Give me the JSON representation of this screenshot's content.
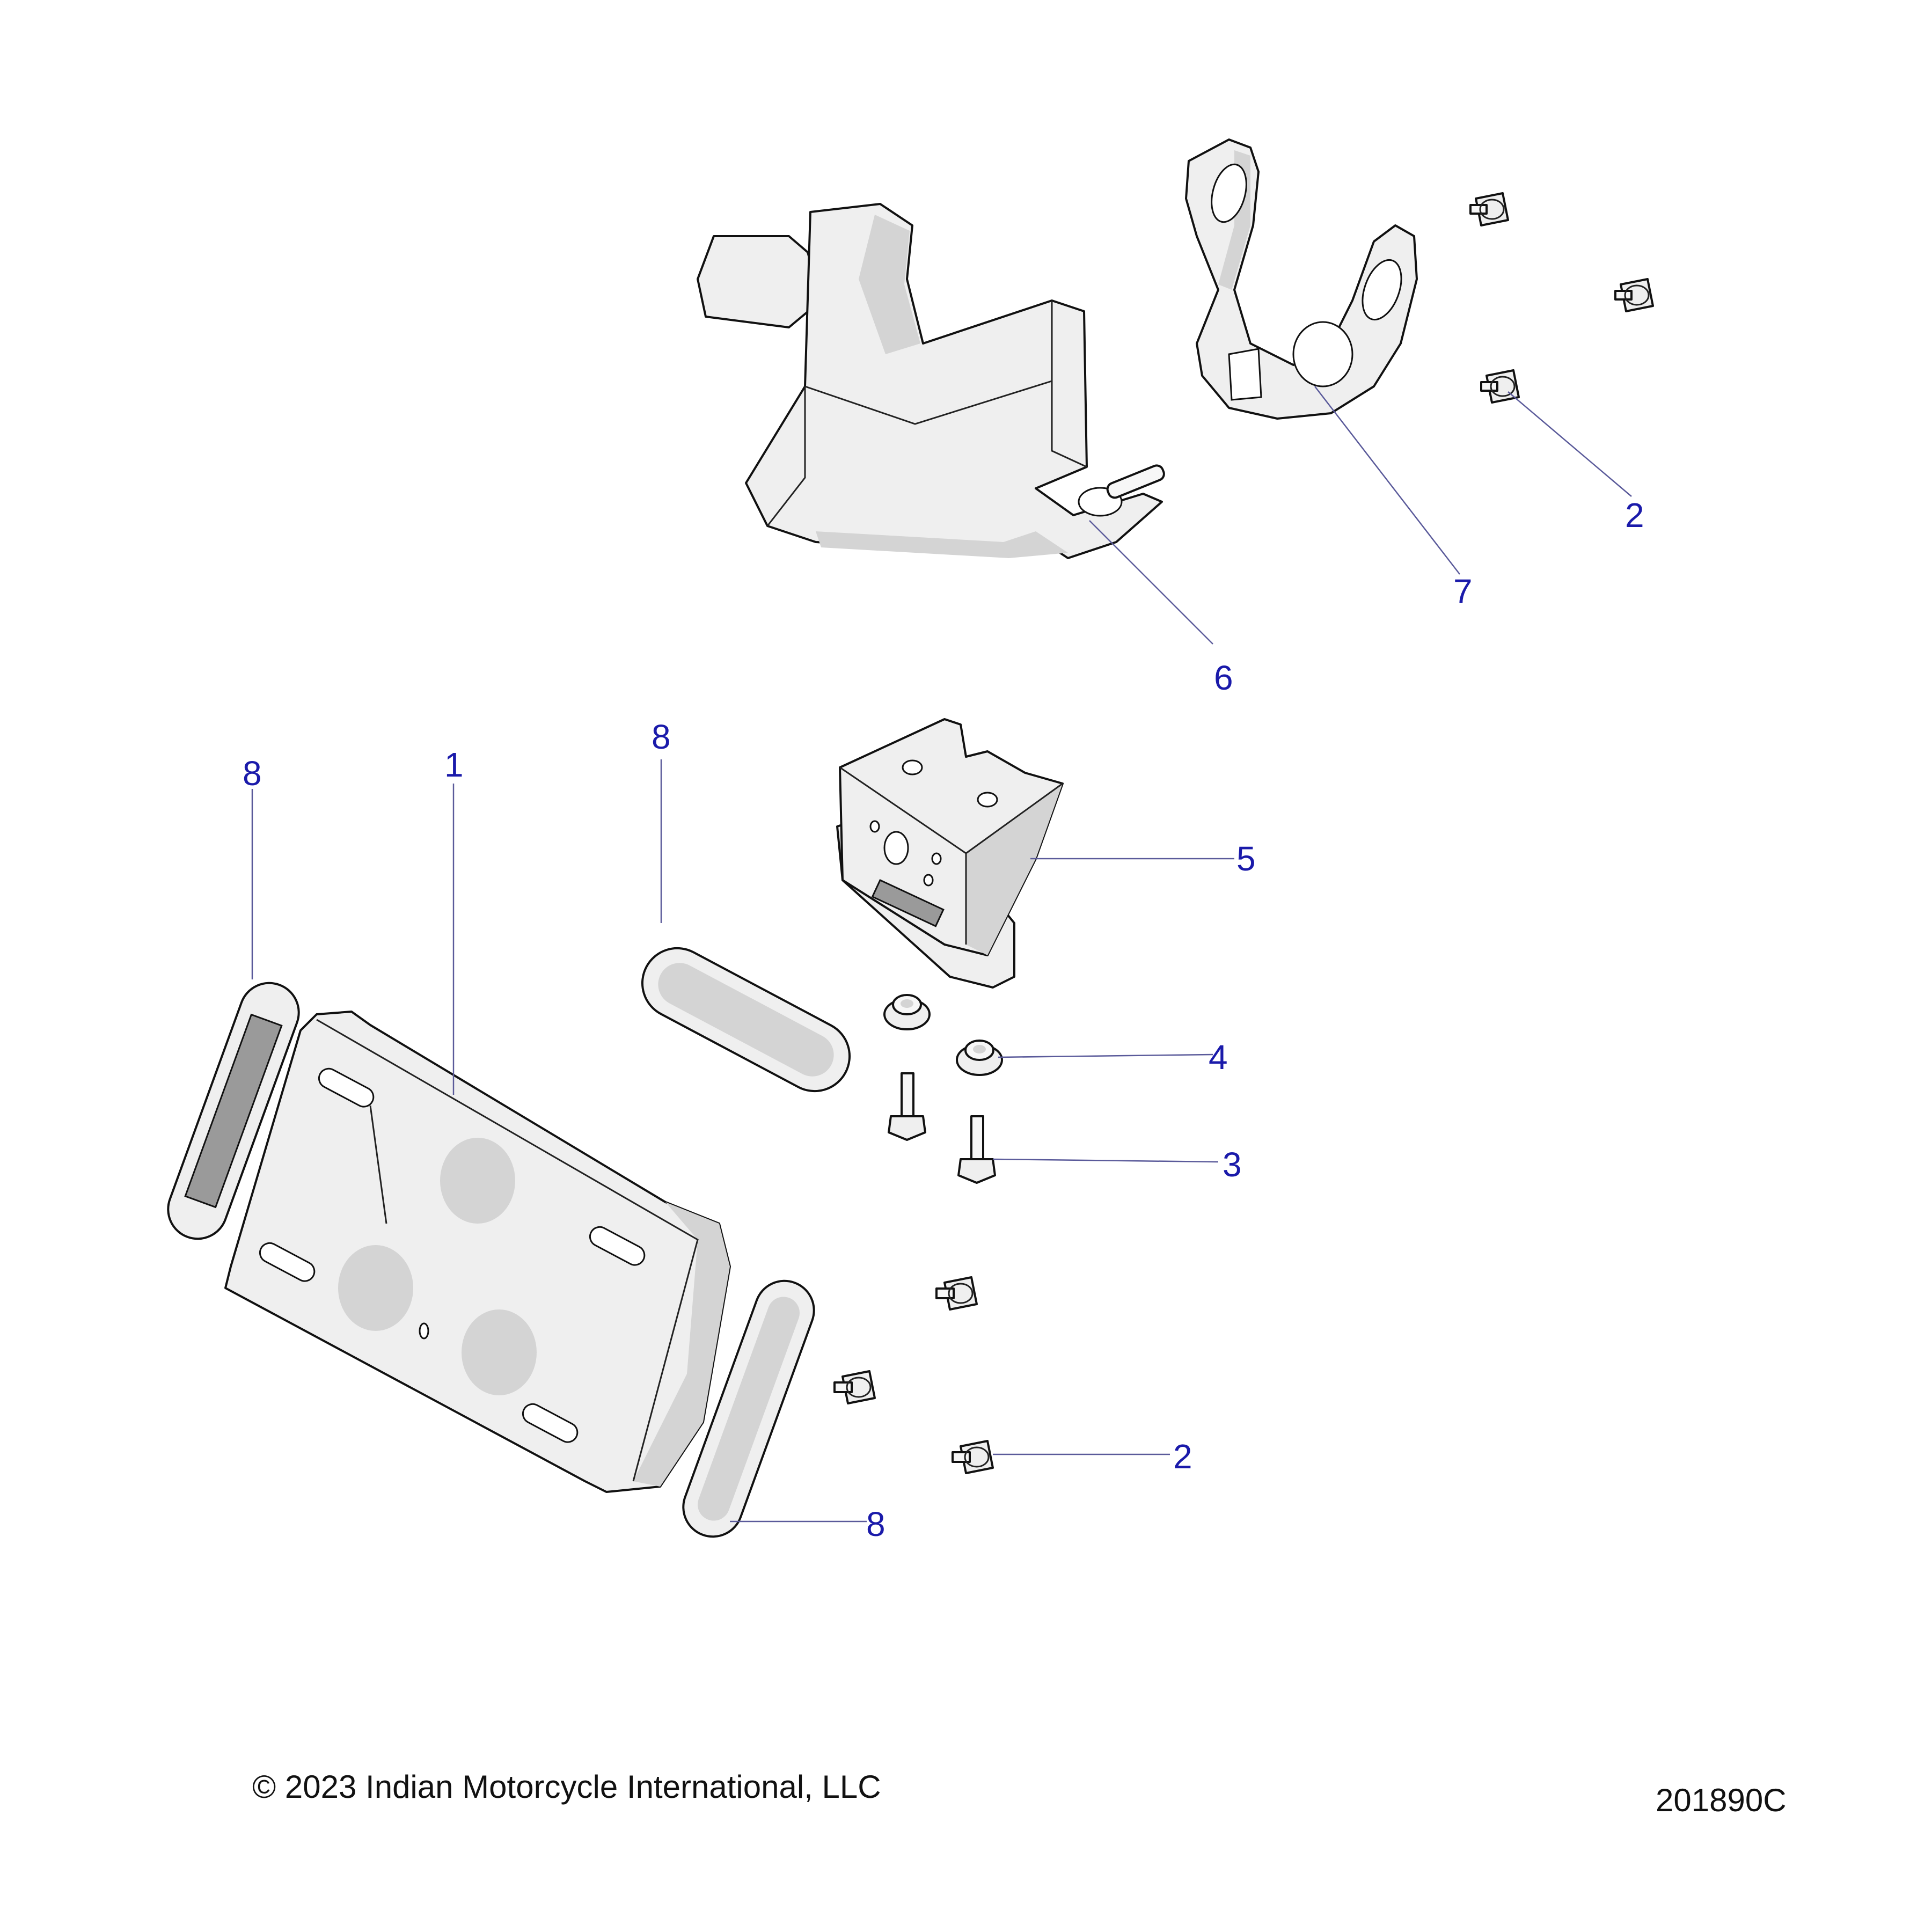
{
  "diagram": {
    "callouts": [
      {
        "id": "c2a",
        "label": "2"
      },
      {
        "id": "c7",
        "label": "7"
      },
      {
        "id": "c6",
        "label": "6"
      },
      {
        "id": "c8a",
        "label": "8"
      },
      {
        "id": "c1",
        "label": "1"
      },
      {
        "id": "c8b",
        "label": "8"
      },
      {
        "id": "c5",
        "label": "5"
      },
      {
        "id": "c4",
        "label": "4"
      },
      {
        "id": "c3",
        "label": "3"
      },
      {
        "id": "c2b",
        "label": "2"
      },
      {
        "id": "c8c",
        "label": "8"
      }
    ]
  },
  "footer": {
    "copyright": "© 2023 Indian Motorcycle International, LLC",
    "drawing_number": "201890C"
  }
}
